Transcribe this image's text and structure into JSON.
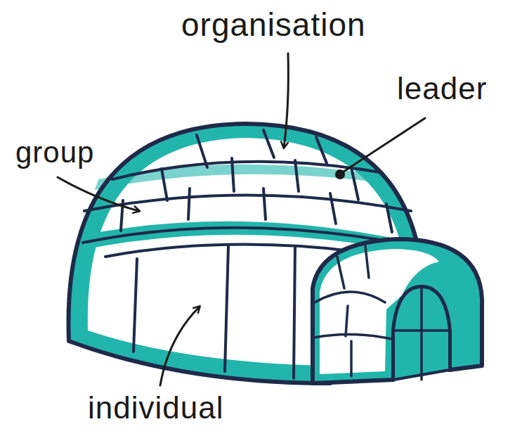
{
  "diagram": {
    "labels": [
      "organisation",
      "leader",
      "group",
      "individual"
    ]
  }
}
